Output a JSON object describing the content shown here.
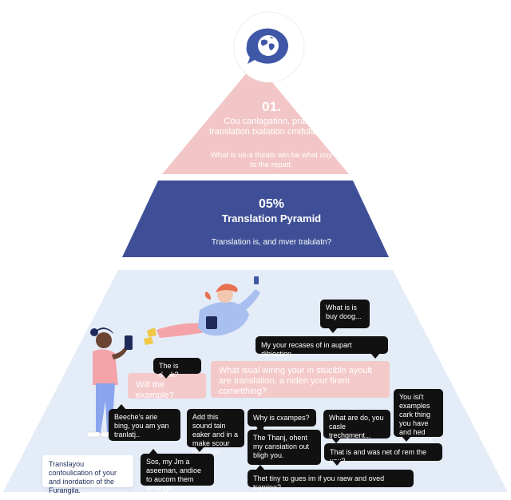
{
  "colors": {
    "tier1": "#f2c6c7",
    "tier2": "#3f4f97",
    "tier3": "#e4ecf8",
    "icon_circle": "#3f57a6",
    "bubble": "#111111",
    "callout": "#f4c9ca"
  },
  "icon": {
    "name": "globe-chat-icon"
  },
  "tier1": {
    "number": "01.",
    "subtitle": "Cou canlagation, pramid translation txalation cmifullation.",
    "note": "What is us-a theats win be what ouy to the repatt."
  },
  "tier2": {
    "number": "05%",
    "title": "Translation Pyramid",
    "subtitle": "Translation is, and mver tralulatn?"
  },
  "tier3": {
    "callout_left": "Will the example?",
    "callout_right": "What isual wiring your in stucibln ayoult are translation, a niden your firem cometthing?",
    "note_box": "Translayou confoulication of your and inordation of the Furangila.",
    "bubbles": [
      "What is is buy doog...",
      "My your recases of in aupart dibiection.",
      "The is dook?",
      "Beeche's arie bing, you am yan tranlatj..",
      "Add this sound tain eaker and in a make scour cumbers.",
      "Why is cxampes?",
      "What are do, you casle trechgment...",
      "You isi't examples cark thing you have and hed soemphap.",
      "The Thanj, ohent my cansiation out bligh you.",
      "That is and was net of rem the you?",
      "Sos, my Jm a aseeman, andioe to aucom them emange..",
      "Thet tiny to gues im if you raew and oved tramine?"
    ]
  }
}
